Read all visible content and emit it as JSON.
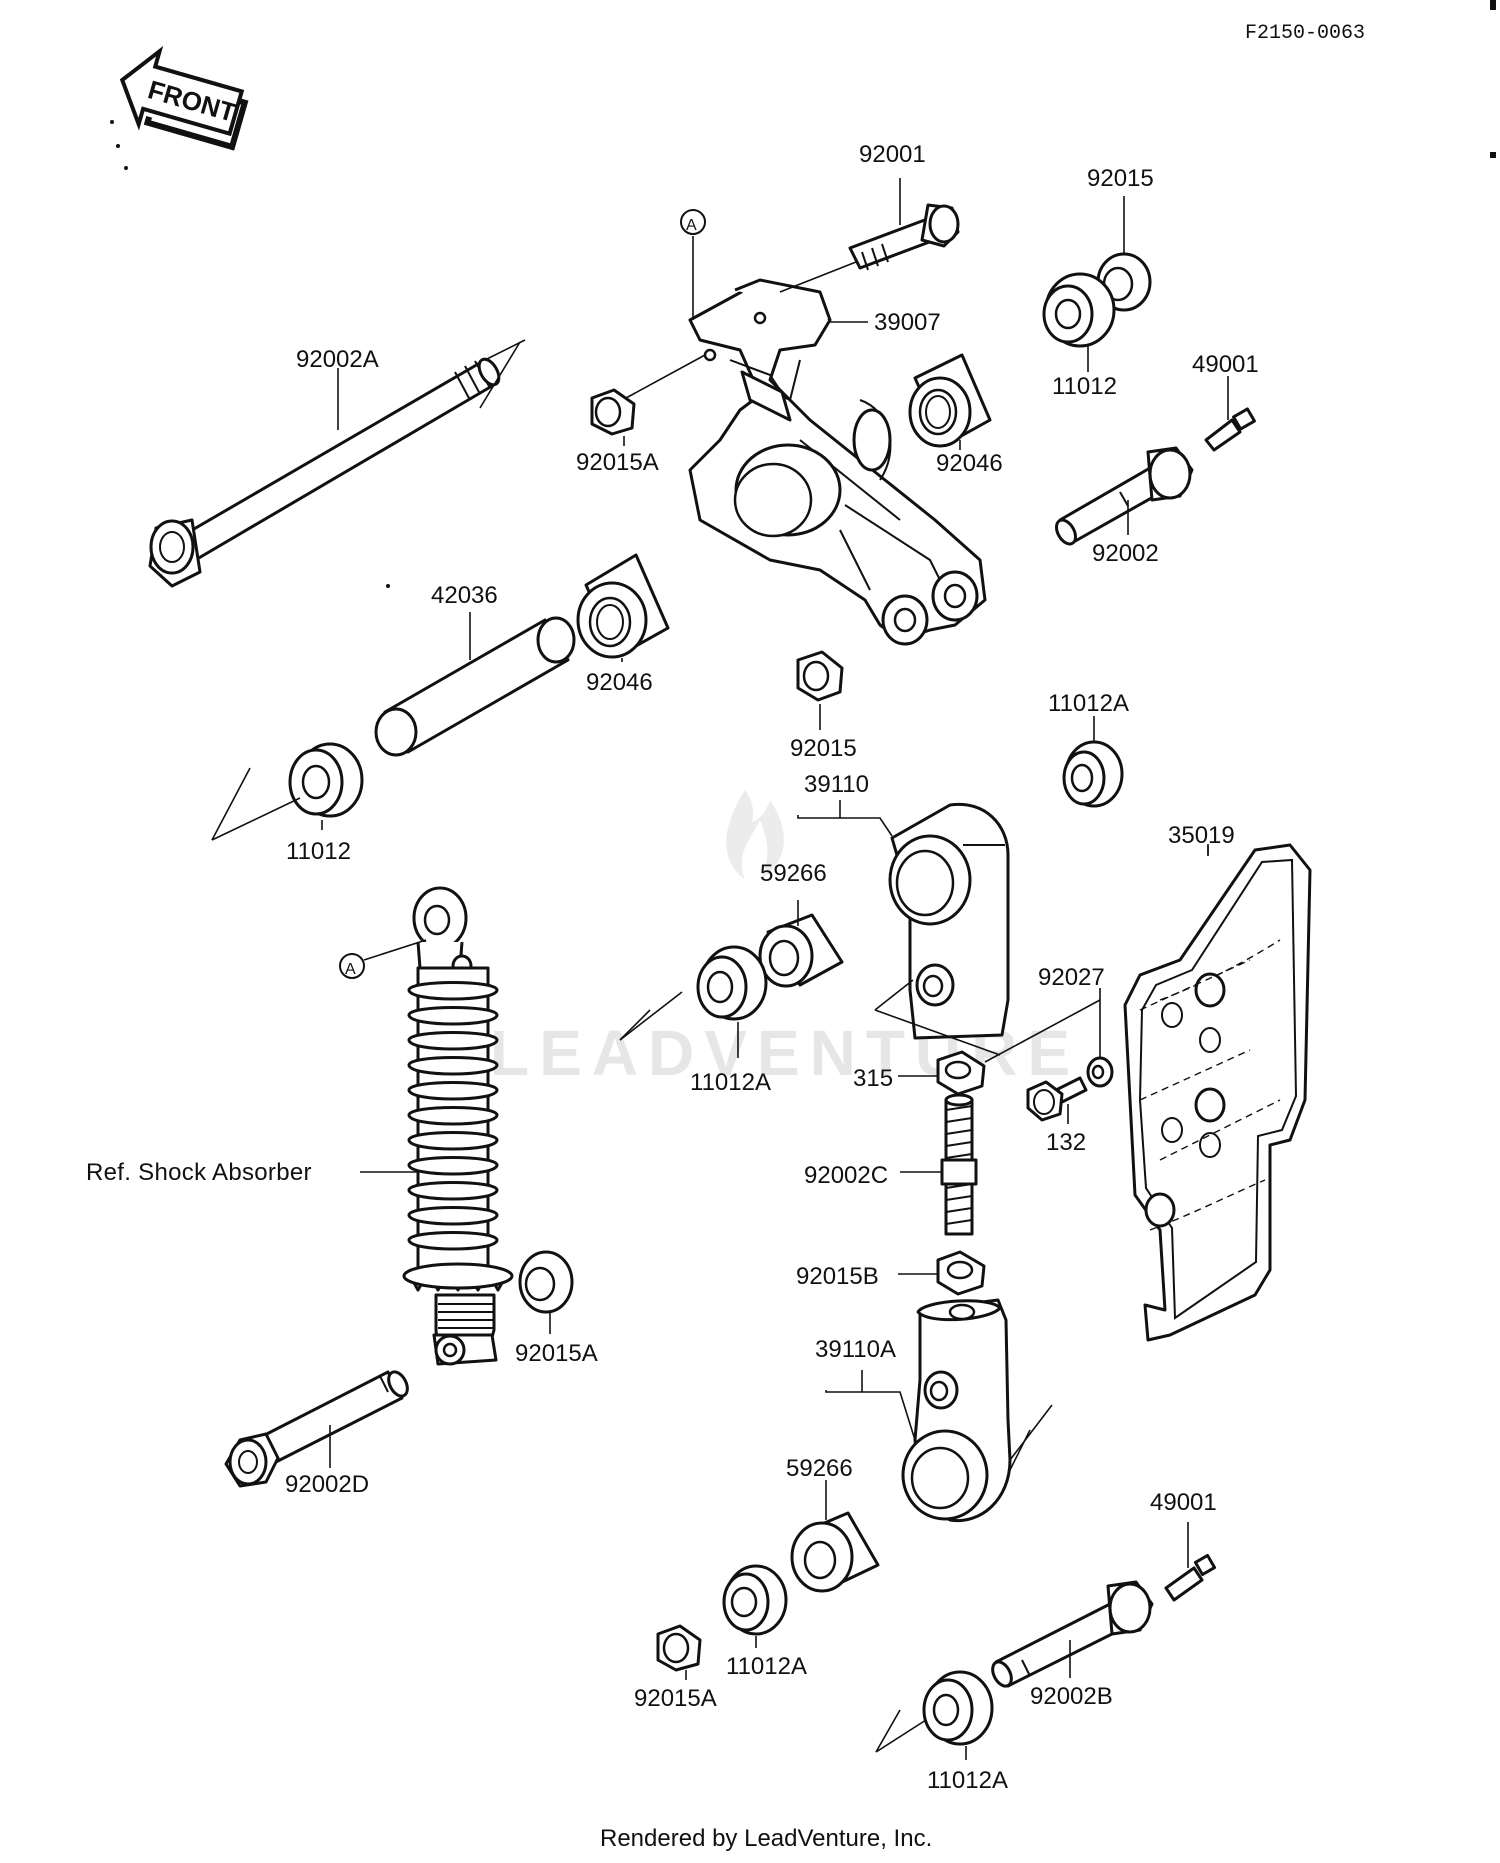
{
  "diagram_code": "F2150-0063",
  "front_arrow_label": "FRONT",
  "ref_label": "Ref. Shock Absorber",
  "footer": "Rendered by LeadVenture, Inc.",
  "watermark": "LEADVENTURE",
  "callout_A": "A",
  "part_numbers": {
    "p92001": "92001",
    "p92015_top": "92015",
    "p39007": "39007",
    "p11012_top": "11012",
    "p49001_top": "49001",
    "p92002A": "92002A",
    "p92015A_top": "92015A",
    "p92046_right": "92046",
    "p92002": "92002",
    "p42036": "42036",
    "p92046_left": "92046",
    "p92015_mid": "92015",
    "p11012A_mid": "11012A",
    "p11012_left": "11012",
    "p39110": "39110",
    "p35019": "35019",
    "p59266_top": "59266",
    "p92027": "92027",
    "p11012A_left": "11012A",
    "p315": "315",
    "p132": "132",
    "p92002C": "92002C",
    "p92015B": "92015B",
    "p92015A_shock": "92015A",
    "p39110A": "39110A",
    "p59266_bot": "59266",
    "p92002D": "92002D",
    "p49001_bot": "49001",
    "p11012A_bot": "11012A",
    "p92015A_bot": "92015A",
    "p92002B": "92002B",
    "p11012A_bot2": "11012A"
  }
}
